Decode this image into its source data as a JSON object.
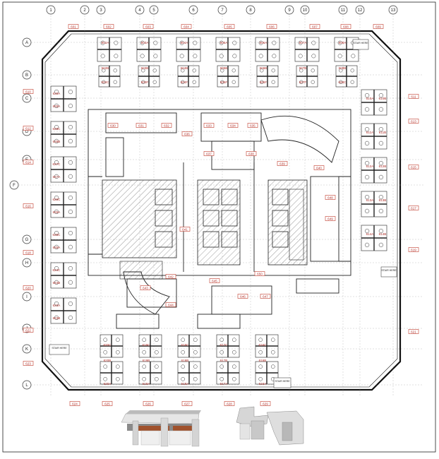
{
  "colors": {
    "line": "#1a1a1a",
    "tag": "#c0392b",
    "hatch": "#444444",
    "panel": "#a0522d",
    "panel_light": "#cfcfcf"
  },
  "grid_columns": [
    "1",
    "2",
    "3",
    "4",
    "5",
    "6",
    "7",
    "8",
    "9",
    "10",
    "11",
    "12",
    "13"
  ],
  "grid_rows": [
    "A",
    "B",
    "C",
    "D",
    "E",
    "F",
    "G",
    "H",
    "I",
    "J",
    "K",
    "L"
  ],
  "stair_labels": [
    "STAIR HERE",
    "STAIR HERE",
    "STAIR HERE",
    "STAIR HERE"
  ],
  "top_ws": [
    {
      "a": "602A",
      "b": "602B",
      "c": "602C"
    },
    {
      "a": "603A",
      "b": "603B",
      "c": "603F"
    },
    {
      "a": "604A",
      "b": "604B",
      "c": "604F"
    },
    {
      "a": "605A",
      "b": "605B",
      "c": "605F"
    },
    {
      "a": "606A",
      "b": "606B",
      "c": "606F"
    },
    {
      "a": "607A",
      "b": "607B",
      "c": "607F"
    },
    {
      "a": "608A",
      "b": "608B",
      "c": "608C"
    }
  ],
  "bottom_ws": [
    {
      "a": "620C",
      "b": "620B",
      "c": "620A"
    },
    {
      "a": "619C",
      "b": "619B",
      "c": "619A"
    },
    {
      "a": "618C",
      "b": "618B",
      "c": "618A"
    },
    {
      "a": "617C",
      "b": "617B",
      "c": "617A"
    },
    {
      "a": "616C",
      "b": "616B",
      "c": "616A"
    }
  ],
  "left_ws": [
    {
      "a": "629A",
      "b": "628A"
    },
    {
      "a": "628C",
      "b": "628B"
    },
    {
      "a": "627C",
      "b": "627A"
    },
    {
      "a": "626C",
      "b": "626A"
    },
    {
      "a": "625C",
      "b": "625A"
    },
    {
      "a": "624C",
      "b": "624B"
    },
    {
      "a": "623A",
      "b": "623B"
    }
  ],
  "right_ws": [
    {
      "a": "610A",
      "b": "610B"
    },
    {
      "a": "611A",
      "b": "611B"
    },
    {
      "a": "612A",
      "b": "612B"
    },
    {
      "a": "613A",
      "b": "613B"
    },
    {
      "a": "614A",
      "b": "614B"
    }
  ],
  "room_tags": [
    "601",
    "602",
    "603",
    "604",
    "605",
    "606",
    "607",
    "608",
    "609",
    "610",
    "611",
    "612",
    "613",
    "614",
    "615",
    "616",
    "617",
    "618",
    "619",
    "620",
    "621",
    "622",
    "623",
    "624",
    "625",
    "626",
    "627",
    "628",
    "629",
    "630",
    "631",
    "632",
    "633",
    "634",
    "635",
    "636",
    "637",
    "638",
    "639",
    "640",
    "641",
    "642",
    "643",
    "644",
    "645",
    "646",
    "647",
    "648",
    "649",
    "650"
  ]
}
